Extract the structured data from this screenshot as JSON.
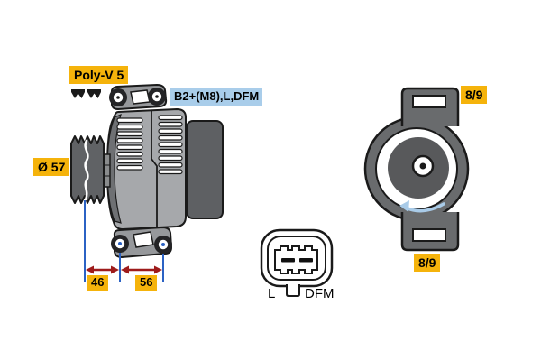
{
  "side_view": {
    "belt_label": "Poly-V 5",
    "terminal_label": "B2+(M8),L,DFM",
    "pulley_diameter_label": "Ø 57",
    "dimension_front": "46",
    "dimension_rear": "56"
  },
  "connector": {
    "pin_left_label": "L",
    "pin_right_label": "DFM"
  },
  "rear_view": {
    "fixing_hole_top_label": "8/9",
    "fixing_hole_bottom_label": "8/9"
  },
  "icons": {
    "belt_profile": "v-ribbed-belt-profile-icon",
    "rotation": "rotation-ccw-arrow-icon"
  },
  "colors": {
    "highlight_yellow": "#F5B30B",
    "highlight_blue": "#A9CDEA",
    "dimension_line_blue": "#2B62C4",
    "dimension_arrow_red": "#9E1B1B",
    "rotation_arrow_blue": "#A9CBE8",
    "body_gray": "#A6A8AB",
    "dark_gray": "#5E6063",
    "outline": "#1A1A1A"
  }
}
